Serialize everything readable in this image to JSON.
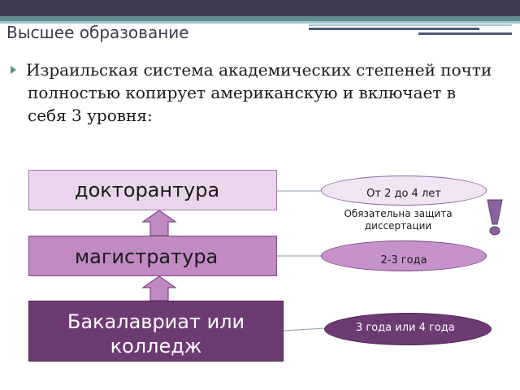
{
  "slide": {
    "title": "Высшее образование",
    "bullet": "Израильская система академических степеней почти полностью копирует американскую и включает в себя 3 уровня:"
  },
  "levels": [
    {
      "label": "докторантура",
      "duration": "От 2 до 4 лет",
      "note": "Обязательна защита диссертации"
    },
    {
      "label": "магистратура",
      "duration": "2-3 года"
    },
    {
      "label": "Бакалавриат  или колледж",
      "duration": "3 года или 4 года"
    }
  ],
  "icons": {
    "bullet": "bullet-triangle-icon",
    "arrow": "up-arrow-icon",
    "warning": "exclamation-icon"
  },
  "colors": {
    "level_light": "#ead6ec",
    "level_mid": "#c28ac4",
    "level_dark": "#6e3a73",
    "accent": "#8a64a0"
  }
}
